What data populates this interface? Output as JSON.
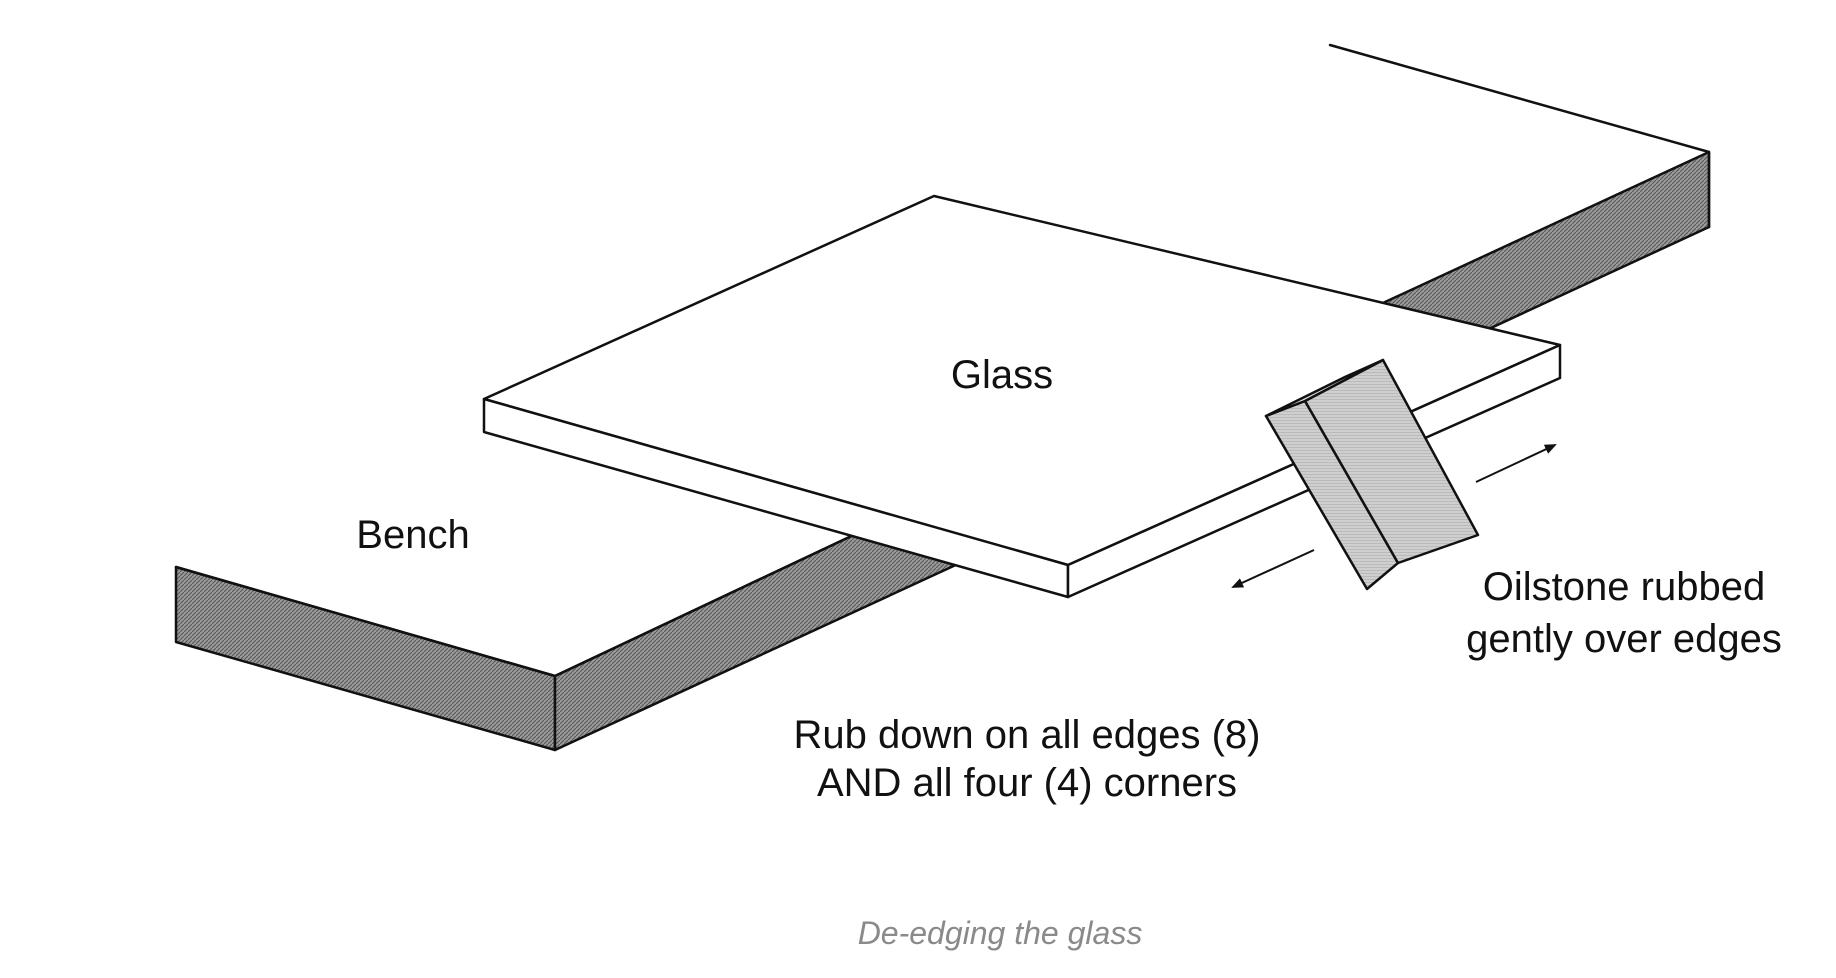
{
  "labels": {
    "glass": "Glass",
    "bench": "Bench",
    "oilstone_line1": "Oilstone rubbed",
    "oilstone_line2": "gently over edges",
    "instruction_line1": "Rub down on all edges (8)",
    "instruction_line2": "AND all four (4) corners"
  },
  "caption": "De-edging the glass",
  "colors": {
    "ink": "#111111",
    "bench_side_fill": "#8f8f8f",
    "oilstone_fill": "#c4c4c4",
    "glass_fill": "#ffffff",
    "caption": "#8a8a8a"
  }
}
